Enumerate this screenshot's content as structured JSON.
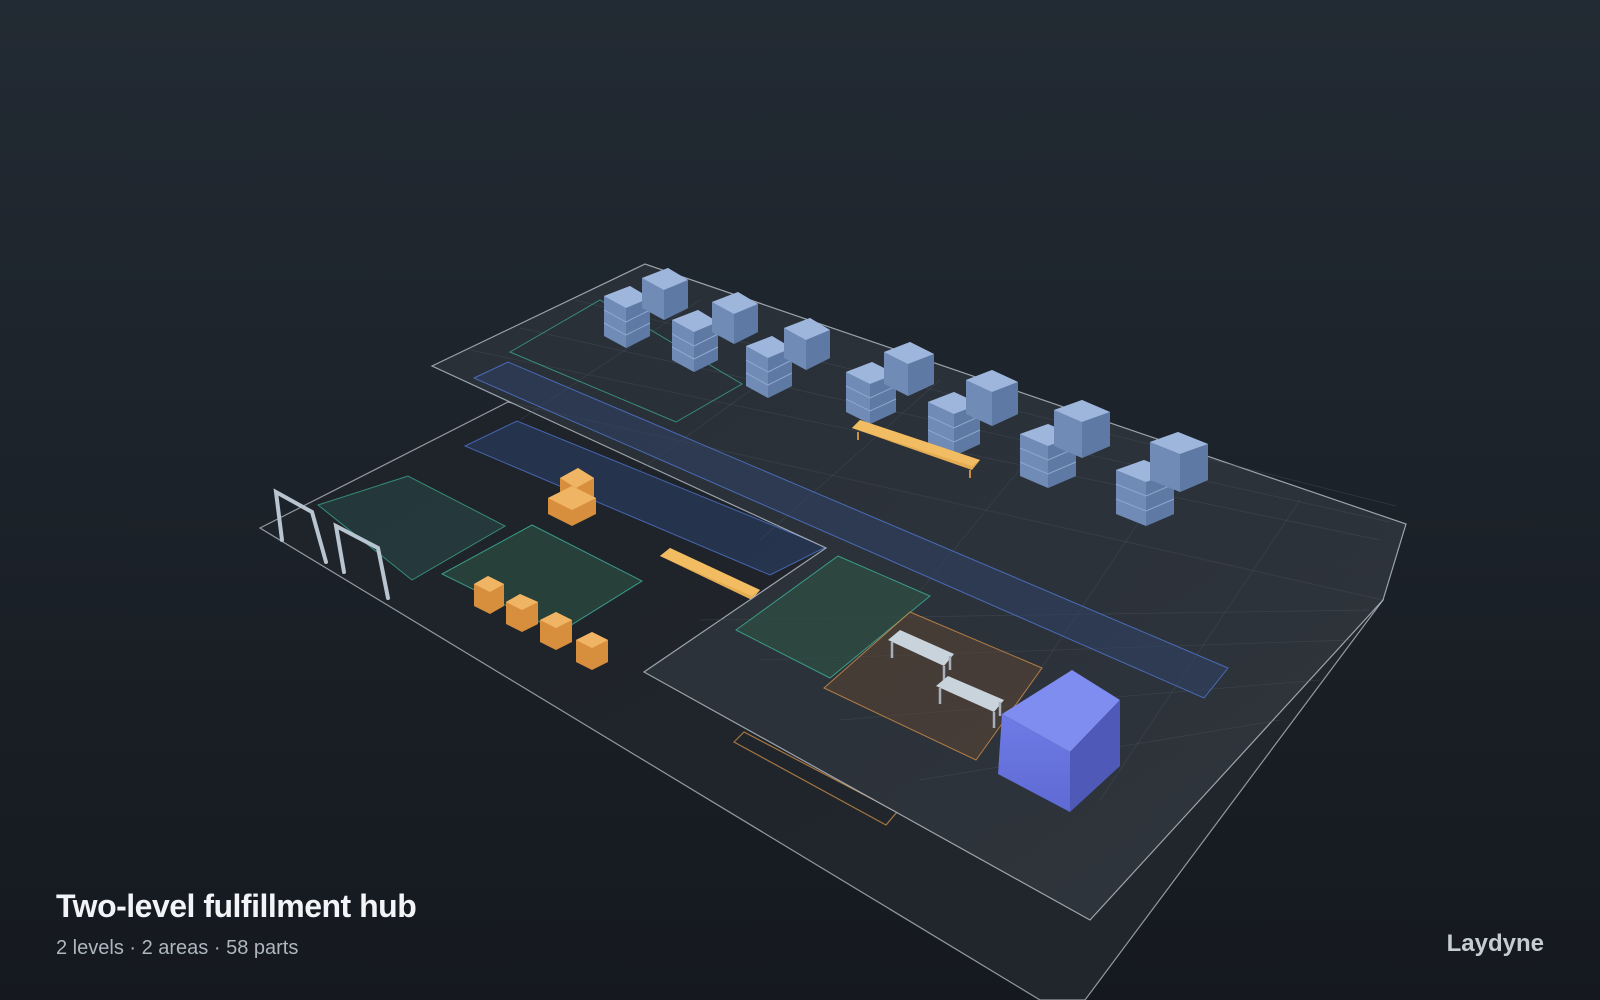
{
  "scene": {
    "title": "Two-level fulfillment hub",
    "summary": "2 levels · 2 areas · 58 parts",
    "brand": "Laydyne",
    "levels": 2,
    "areas": 2,
    "parts": 58
  },
  "colors": {
    "background": "#1f252c",
    "floor_outline": "#b9c2cc",
    "grid": "#4a5561",
    "rack": "#7f9cc9",
    "crate": "#e8a353",
    "conveyor": "#f2bd62",
    "zone_teal": "#3fb39a",
    "zone_blue": "#4f73c9",
    "zone_orange": "#c88a48",
    "workbench": "#c9d3dc",
    "machine_block": "#6d79e0",
    "gate": "#b8c4d0"
  },
  "icons": {
    "rack": "shelving-rack-icon",
    "crate": "crate-icon",
    "conveyor": "conveyor-icon",
    "workbench": "workbench-icon",
    "machine": "machine-block-icon",
    "gate": "dock-gate-icon"
  }
}
